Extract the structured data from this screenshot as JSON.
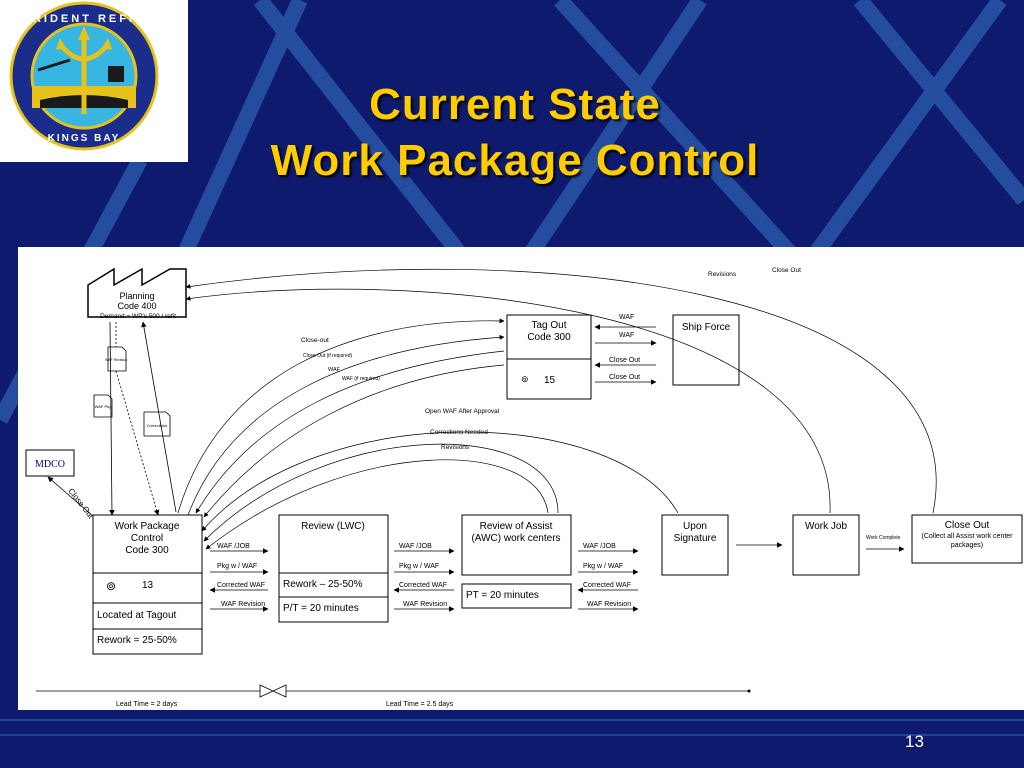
{
  "slide": {
    "title_line1": "Current State",
    "title_line2": "Work Package Control",
    "slide_number": "13",
    "logo_text": "TRIDENT REFIT FACILITY",
    "logo_subtext": "KINGS BAY"
  },
  "colors": {
    "background": "#0d1a6e",
    "title": "#ffcc00",
    "stripe": "#2d5fb0",
    "panel": "#ffffff"
  },
  "diagram": {
    "planning": {
      "line1": "Planning",
      "line2": "Code 400",
      "demand": "Demand = WP's 500 / refit"
    },
    "docs": {
      "waf_revision": "WAF Revision",
      "waf_pkg": "WAF Pkg",
      "corrections": "Corrections"
    },
    "mdco": "MDCO",
    "close_out_diag": "Close Out",
    "tagout": {
      "line1": "Tag Out",
      "line2": "Code 300",
      "count": "15"
    },
    "shipforce": "Ship Force",
    "wpc": {
      "line1": "Work Package",
      "line2": "Control",
      "line3": "Code 300",
      "count": "13",
      "located": "Located at Tagout",
      "rework": "Rework = 25-50%"
    },
    "lwc": {
      "title": "Review (LWC)",
      "rework": "Rework – 25-50%",
      "pt": "P/T = 20 minutes"
    },
    "awc": {
      "line1": "Review of Assist",
      "line2": "(AWC) work centers",
      "pt": "PT = 20 minutes"
    },
    "upon": {
      "line1": "Upon",
      "line2": "Signature"
    },
    "workjob": "Work Job",
    "closeout": {
      "title": "Close Out",
      "line2": "(Collect all Assist work center",
      "line3": "packages)"
    },
    "arrows": {
      "waf_job": "WAF /JOB",
      "pkg_waf": "Pkg w / WAF",
      "corrected_waf": "Corrected WAF",
      "waf_revision": "WAF Revision",
      "work_complete": "Work Complete",
      "waf": "WAF",
      "close_out": "Close Out",
      "close_out_lower": "Close-out",
      "close_out_if": "Close Out (if required)",
      "waf_small": "WAF",
      "waf_if": "WAF (if required)",
      "open_waf": "Open WAF After Approval",
      "corrections_needed": "Corrections Needed",
      "revisions": "Revisions",
      "revisions_top": "Revisions",
      "close_out_top": "Close Out"
    },
    "timeline": {
      "lead1": "Lead Time = 2 days",
      "lead2": "Lead Time = 2.5 days"
    }
  }
}
